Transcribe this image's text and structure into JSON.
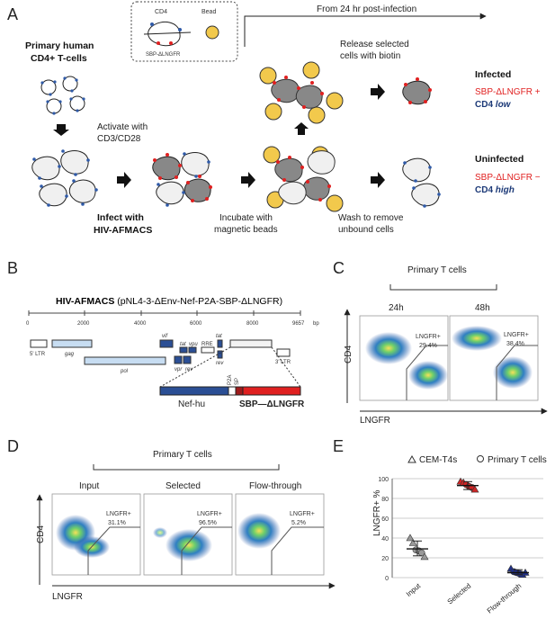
{
  "colors": {
    "cell_blue": "#2f5aa8",
    "marker_red": "#e02020",
    "bead_yellow": "#f2c94c",
    "infected_cell_grey": "#7a7a7a",
    "label_navy": "#1d3a78",
    "gene_light_blue": "#c7ddf2",
    "gene_dark_blue": "#2b4f95"
  },
  "panels": [
    "A",
    "B",
    "C",
    "D",
    "E"
  ],
  "panelA": {
    "legend": {
      "cd4_label": "CD4",
      "sbp_label": "SBP-ΔLNGFR",
      "bead_label": "Bead"
    },
    "timeline_label": "From 24 hr post-infection",
    "primary_label_line1": "Primary human",
    "primary_label_line2": "CD4+ T-cells",
    "activate_line1": "Activate with",
    "activate_line2": "CD3/CD28",
    "infect_line1": "Infect with",
    "infect_line2": "HIV-AFMACS",
    "incubate_line1": "Incubate with",
    "incubate_line2": "magnetic beads",
    "release_line1": "Release selected",
    "release_line2": "cells with biotin",
    "wash_line1": "Wash to remove",
    "wash_line2": "unbound cells",
    "infected": {
      "title": "Infected",
      "line1": "SBP-ΔLNGFR +",
      "line2_a": "CD4 ",
      "line2_b": "low"
    },
    "uninfected": {
      "title": "Uninfected",
      "line1": "SBP-ΔLNGFR −",
      "line2_a": "CD4 ",
      "line2_b": "high"
    }
  },
  "panelB": {
    "construct_name": "HIV-AFMACS",
    "construct_detail": " (pNL4-3-ΔEnv-Nef-P2A-SBP-ΔLNGFR)",
    "scale_ticks": [
      "0",
      "2000",
      "4000",
      "6000",
      "8000",
      "9657"
    ],
    "scale_unit": "bp",
    "genes": [
      "5' LTR",
      "gag",
      "pol",
      "vif",
      "tat",
      "vpu",
      "RRE",
      "tat",
      "vpr",
      "rev",
      "rev",
      "3' LTR"
    ],
    "cassette": {
      "nef_label": "Nef-hu",
      "p2a_label": "P2A",
      "sp_label": "SP",
      "sbp_label": "SBP—ΔLNGFR"
    }
  },
  "panelC": {
    "group_label": "Primary T cells",
    "plots": [
      {
        "time": "24h",
        "gate_label": "LNGFR+",
        "percent": "29.4%"
      },
      {
        "time": "48h",
        "gate_label": "LNGFR+",
        "percent": "38.4%"
      }
    ],
    "y_axis": "CD4",
    "x_axis": "LNGFR"
  },
  "panelD": {
    "group_label": "Primary T cells",
    "plots": [
      {
        "title": "Input",
        "gate_label": "LNGFR+",
        "percent": "31.1%"
      },
      {
        "title": "Selected",
        "gate_label": "LNGFR+",
        "percent": "96.5%"
      },
      {
        "title": "Flow-through",
        "gate_label": "LNGFR+",
        "percent": "5.2%"
      }
    ],
    "y_axis": "CD4",
    "x_axis": "LNGFR"
  },
  "panelE": {
    "legend": [
      "CEM-T4s",
      "Primary T cells"
    ],
    "y_label": "LNGFR+ %",
    "y_ticks": [
      "0",
      "20",
      "40",
      "60",
      "80",
      "100"
    ],
    "categories": [
      "Input",
      "Selected",
      "Flow-through"
    ],
    "points": [
      {
        "category": "Input",
        "kind": "triangle",
        "value": 40
      },
      {
        "category": "Input",
        "kind": "triangle",
        "value": 35
      },
      {
        "category": "Input",
        "kind": "circle",
        "value": 28
      },
      {
        "category": "Input",
        "kind": "circle",
        "value": 27
      },
      {
        "category": "Input",
        "kind": "circle",
        "value": 25
      },
      {
        "category": "Input",
        "kind": "triangle",
        "value": 21
      },
      {
        "category": "Selected",
        "kind": "triangle",
        "value": 97
      },
      {
        "category": "Selected",
        "kind": "triangle",
        "value": 96
      },
      {
        "category": "Selected",
        "kind": "circle",
        "value": 94
      },
      {
        "category": "Selected",
        "kind": "circle",
        "value": 92
      },
      {
        "category": "Selected",
        "kind": "circle",
        "value": 91
      },
      {
        "category": "Selected",
        "kind": "triangle",
        "value": 89
      },
      {
        "category": "Flow-through",
        "kind": "triangle",
        "value": 9
      },
      {
        "category": "Flow-through",
        "kind": "circle",
        "value": 6
      },
      {
        "category": "Flow-through",
        "kind": "circle",
        "value": 5
      },
      {
        "category": "Flow-through",
        "kind": "circle",
        "value": 4
      },
      {
        "category": "Flow-through",
        "kind": "triangle",
        "value": 3
      },
      {
        "category": "Flow-through",
        "kind": "triangle",
        "value": 5
      }
    ],
    "means": [
      {
        "category": "Input",
        "value": 29
      },
      {
        "category": "Selected",
        "value": 93
      },
      {
        "category": "Flow-through",
        "value": 5
      }
    ],
    "sd_bars": [
      {
        "category": "Input",
        "low": 22,
        "high": 37
      },
      {
        "category": "Selected",
        "low": 89,
        "high": 97
      },
      {
        "category": "Flow-through",
        "low": 3,
        "high": 8
      }
    ]
  },
  "chart_data": {
    "type": "scatter",
    "categories": [
      "Input",
      "Selected",
      "Flow-through"
    ],
    "ylabel": "LNGFR+ %",
    "ylim": [
      0,
      100
    ],
    "series": [
      {
        "name": "CEM-T4s",
        "values": [
          [
            40,
            35,
            21
          ],
          [
            97,
            96,
            89
          ],
          [
            9,
            3,
            5
          ]
        ]
      },
      {
        "name": "Primary T cells",
        "values": [
          [
            28,
            27,
            25
          ],
          [
            94,
            92,
            91
          ],
          [
            6,
            5,
            4
          ]
        ]
      }
    ]
  }
}
